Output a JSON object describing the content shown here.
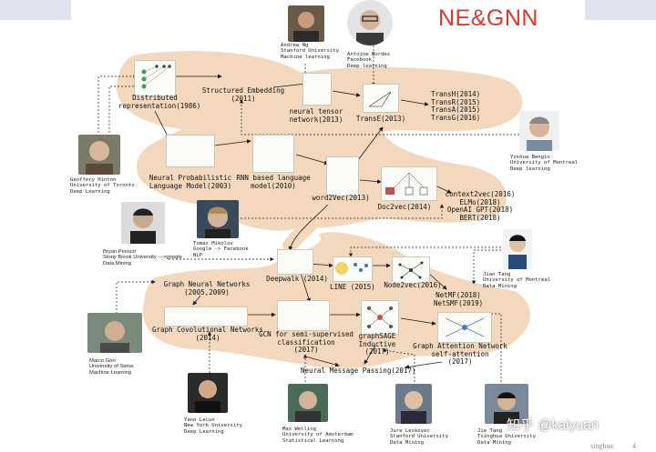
{
  "title": "NE&GNN",
  "colors": {
    "title": "#d93a2b",
    "region": "#f3d8bd",
    "arrow": "#1a1a1a"
  },
  "nodes": {
    "distributed": [
      "Distributed",
      "representation(1986)"
    ],
    "structured": [
      "Structured Embedding",
      "(2011)"
    ],
    "neural_tensor": [
      "neural tensor",
      "network(2013)"
    ],
    "transe": [
      "TransE(2013)"
    ],
    "trans_family": [
      "TransH(2014)",
      "TransR(2015)",
      "TransA(2015)",
      "TransG(2016)"
    ],
    "nplm": [
      "Neural Probabilistic",
      "Language Model(2003)"
    ],
    "rnn": [
      "RNN based language",
      "model(2010)"
    ],
    "word2vec": [
      "word2Vec(2013)"
    ],
    "doc2vec": [
      "Doc2vec(2014)"
    ],
    "context": [
      "context2vec(2016)",
      "ELMo(2018)",
      "OpenAI GPT(2018)",
      "BERT(2018)"
    ],
    "deepwalk": [
      "Deepwalk (2014)"
    ],
    "line": [
      "LINE (2015)"
    ],
    "node2vec": [
      "Node2vec(2016)"
    ],
    "netmf": [
      "NetMF(2018)",
      "NetSMF(2019)"
    ],
    "gnn": [
      "Graph Neural Networks",
      "(2005,2009)"
    ],
    "gcn_cnn": [
      "Graph Covolutional Networks",
      "(2014)"
    ],
    "gcn_semi": [
      "GCN for semi-supervised",
      "classification",
      "(2017)"
    ],
    "graphsage": [
      "graphSAGE",
      "Inductive",
      "(2017)"
    ],
    "gat": [
      "Graph Attention Network",
      "self-attention",
      "(2017)"
    ],
    "mpnn": [
      "Neural Message Passing(2017)"
    ]
  },
  "people": {
    "ng": [
      "Andrew Ng",
      "Stanford University",
      "Machine learning"
    ],
    "bordes": [
      "Antoine Bordes",
      "Facebook",
      "Deep learning"
    ],
    "hinton": [
      "Geoffery Hinton",
      "University of Toronto",
      "Deep Learning"
    ],
    "bengio": [
      "Yoshua Bengio",
      "University of Montreal",
      "Deep learning"
    ],
    "perozzi": [
      "Bryan Perozzi",
      "Stony Brook University —>google",
      "Data Mining"
    ],
    "mikolov": [
      "Tomas Mikolov",
      "Google -> Facebook",
      "NLP"
    ],
    "tang_jian": [
      "Jian Tang",
      "University of Montreal",
      "Data Mining"
    ],
    "gori": [
      "Marco Gori",
      "University of Siena",
      "Machine Learning"
    ],
    "lecun": [
      "Yann Lecun",
      "New York University",
      "Deep Learning"
    ],
    "welling": [
      "Max Welling",
      "University of Amsterdam",
      "Statistical Learning"
    ],
    "leskovec": [
      "Jure Leskovec",
      "Stanford University",
      "Data Mining"
    ],
    "tang_jie": [
      "Jie Tang",
      "Tsinghua University",
      "Data Mining"
    ]
  },
  "watermark": "知乎 @kaiyuan",
  "footer": "singhua",
  "page_number": "4"
}
